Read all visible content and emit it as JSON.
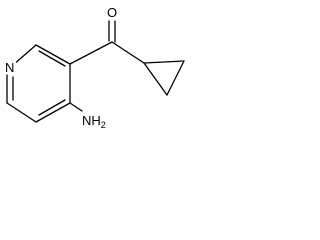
{
  "atoms": {
    "ring_nitrogen": "N",
    "carbonyl_oxygen": "O",
    "amine_main": "NH",
    "amine_subscript": "2"
  }
}
